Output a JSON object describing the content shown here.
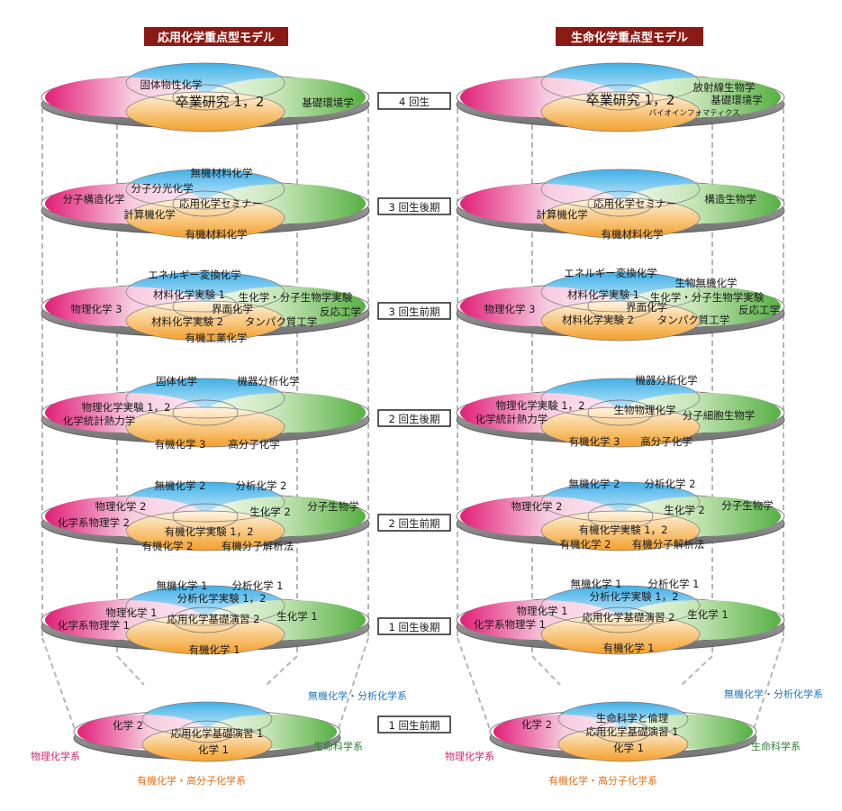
{
  "titles": {
    "left": "応用化学重点型モデル",
    "right": "生命化学重点型モデル"
  },
  "grades": [
    "4 回生",
    "3 回生後期",
    "3 回生前期",
    "2 回生後期",
    "2 回生前期",
    "1 回生後期",
    "1 回生前期"
  ],
  "colors": {
    "title_bg": "#8b1a14",
    "top_petal": "#4eb8ea",
    "left_petal": "#e3277a",
    "right_petal": "#5fb548",
    "bottom_petal": "#f19a2a",
    "legend_physical": "#d8246f",
    "legend_inorganic": "#1f78c1",
    "legend_life": "#2e7d32",
    "legend_organic": "#e8701a"
  },
  "legend": {
    "physical": "物理化学系",
    "inorganic": "無機化学・分析化学系",
    "life": "生命科学系",
    "organic": "有機化学・高分子化学系"
  },
  "left_model": {
    "g4": [
      "固体物性化学",
      "卒業研究 1，2",
      "基礎環境学"
    ],
    "g3b": [
      "無機材料化学",
      "分子分光化学",
      "分子構造化学",
      "応用化学セミナー",
      "計算機化学",
      "有機材料化学"
    ],
    "g3a": [
      "エネルギー変換化学",
      "材料化学実験 1",
      "生化学・分子生物学実験",
      "物理化学 3",
      "界面化学",
      "反応工学",
      "材料化学実験 2",
      "タンパク質工学",
      "有機工業化学"
    ],
    "g2b": [
      "固体化学",
      "機器分析化学",
      "物理化学実験 1，2",
      "化学統計熱力学",
      "有機化学 3",
      "高分子化学"
    ],
    "g2a": [
      "無機化学 2",
      "分析化学 2",
      "物理化学 2",
      "生化学 2",
      "分子生物学",
      "化学系物理学 2",
      "有機化学実験 1，2",
      "有機化学 2",
      "有機分子解析法"
    ],
    "g1b": [
      "無機化学 1",
      "分析化学 1",
      "分析化学実験 1，2",
      "物理化学 1",
      "応用化学基礎演習 2",
      "生化学 1",
      "化学系物理学 1",
      "有機化学 1"
    ],
    "g1a": [
      "化学 2",
      "応用化学基礎演習 1",
      "化学 1"
    ]
  },
  "right_model": {
    "g4": [
      "放射線生物学",
      "卒業研究 1，2",
      "基礎環境学",
      "バイオインフォマティクス"
    ],
    "g3b": [
      "応用化学セミナー",
      "構造生物学",
      "計算機化学",
      "有機材料化学"
    ],
    "g3a": [
      "エネルギー変換化学",
      "生物無機化学",
      "材料化学実験 1",
      "生化学・分子生物学実験",
      "物理化学 3",
      "界面化学",
      "反応工学",
      "材料化学実験 2",
      "タンパク質工学"
    ],
    "g2b": [
      "機器分析化学",
      "物理化学実験 1，2",
      "化学統計熱力学",
      "生物物理化学",
      "分子細胞生物学",
      "有機化学 3",
      "高分子化学"
    ],
    "g2a": [
      "無機化学 2",
      "分析化学 2",
      "物理化学 2",
      "生化学 2",
      "分子生物学",
      "有機化学実験 1，2",
      "有機化学 2",
      "有機分子解析法"
    ],
    "g1b": [
      "無機化学 1",
      "分析化学 1",
      "分析化学実験 1，2",
      "物理化学 1",
      "応用化学基礎演習 2",
      "生化学 1",
      "化学系物理学 1",
      "有機化学 1"
    ],
    "g1a": [
      "生命科学と倫理",
      "化学 2",
      "応用化学基礎演習 1",
      "化学 1"
    ]
  }
}
